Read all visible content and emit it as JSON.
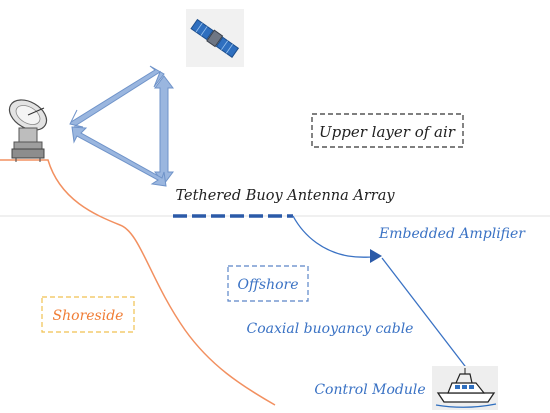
{
  "labels": {
    "upper_air": "Upper layer of air",
    "buoy_array": "Tethered Buoy Antenna Array",
    "amplifier": "Embedded Amplifier",
    "offshore": "Offshore",
    "shoreside": "Shoreside",
    "cable": "Coaxial buoyancy cable",
    "control": "Control Module"
  },
  "colors": {
    "black_text": "#222222",
    "blue_text": "#3a72c4",
    "orange_text": "#f07d35",
    "shore_curve": "#f29060",
    "arrow_fill": "#9ab6df",
    "arrow_stroke": "#6f93c9",
    "buoy_line": "#2b5aa8",
    "cable": "#3a72c4",
    "yellow_box": "#f1c150",
    "gray_box": "#333333",
    "blue_box": "#5a85c8"
  },
  "icons": {
    "satellite": "satellite-icon",
    "dish": "satellite-dish-icon",
    "boat": "boat-icon"
  }
}
